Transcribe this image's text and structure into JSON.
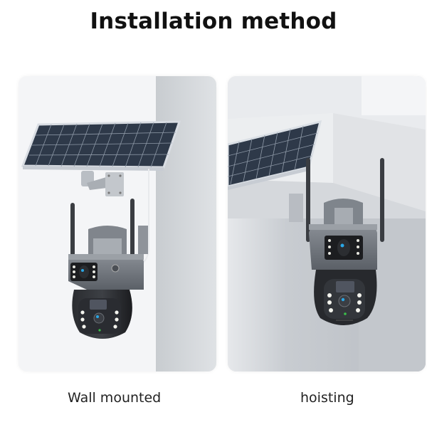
{
  "title": "Installation method",
  "panels": [
    {
      "caption": "Wall mounted",
      "scene": "camera-with-solar-panel-on-wall"
    },
    {
      "caption": "hoisting",
      "scene": "camera-hanging-from-ceiling-with-solar-panel"
    }
  ],
  "colors": {
    "wall_light": "#f3f4f6",
    "wall_shadow": "#c4c8cc",
    "solar_cell": "#2f3a4a",
    "camera_body_gray": "#6b7077",
    "camera_dome_black": "#1e1f22",
    "led_white": "#f2f2ec",
    "lens_blue": "#2aa7e6"
  }
}
